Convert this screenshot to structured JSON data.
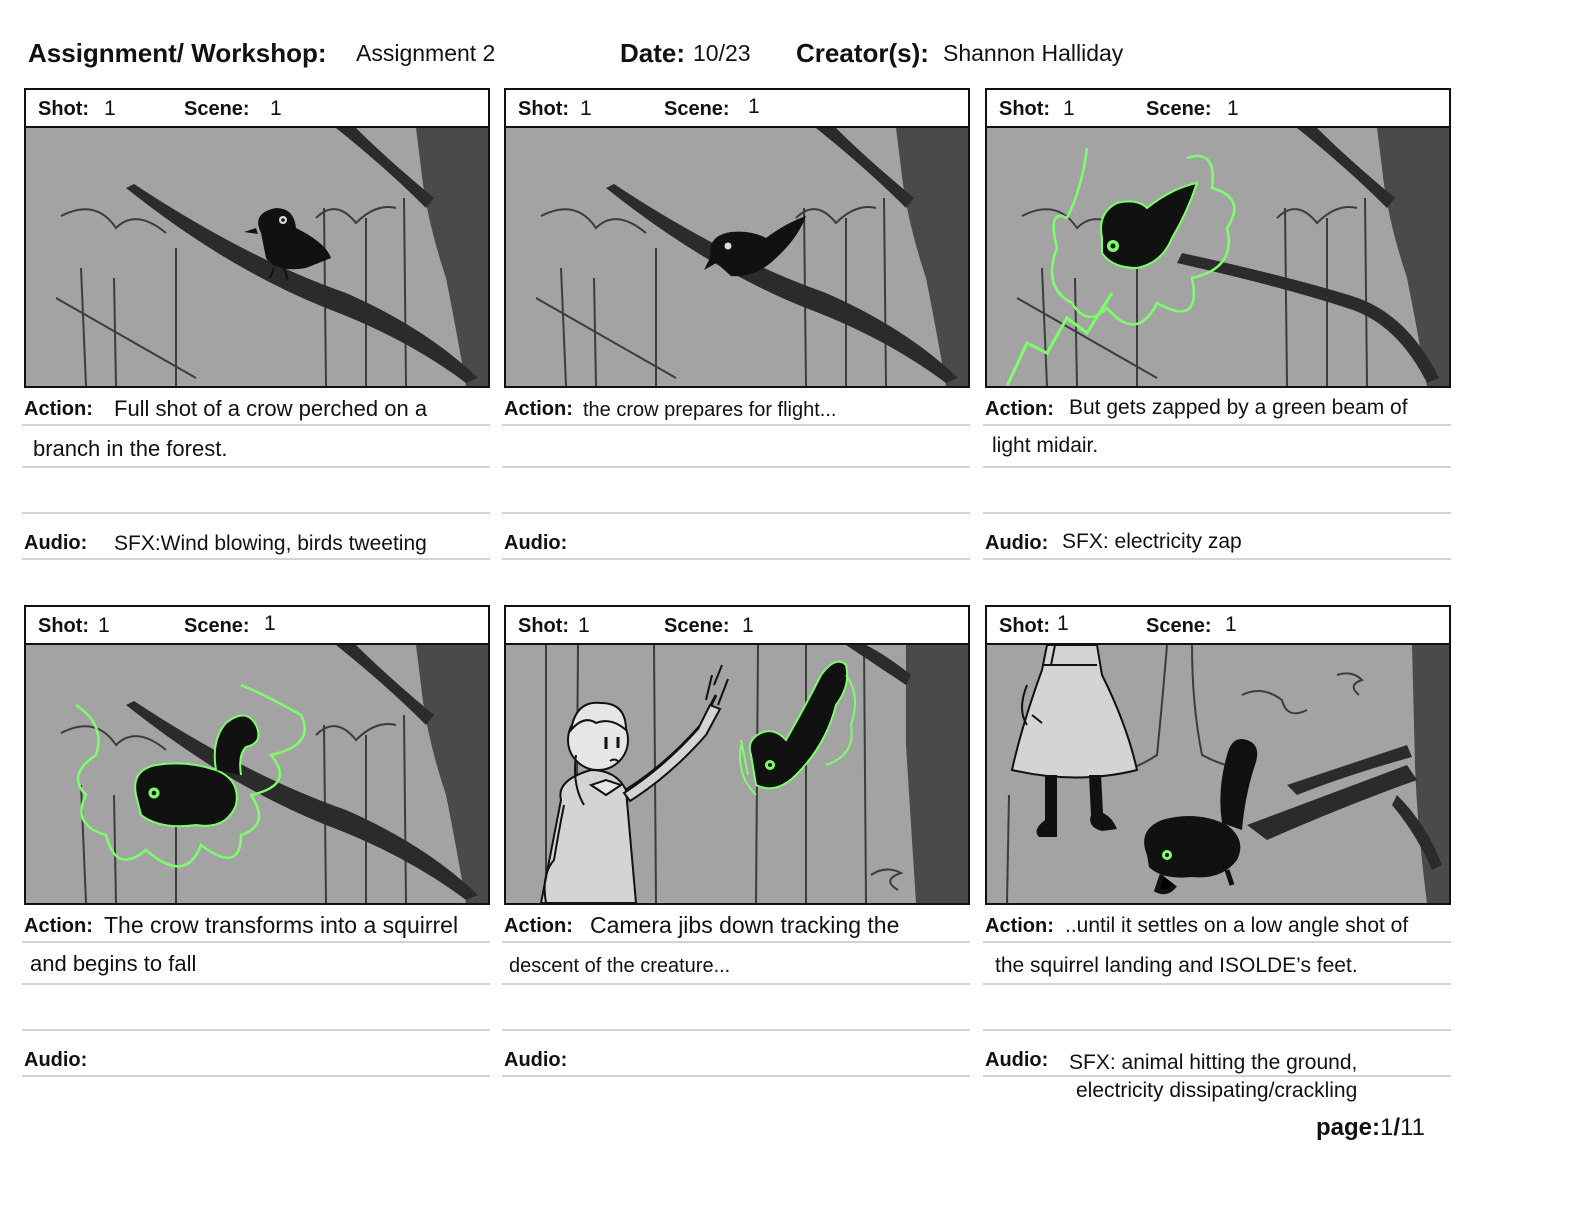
{
  "header": {
    "assignment_label": "Assignment/ Workshop:",
    "assignment_value": "Assignment 2",
    "date_label": "Date:",
    "date_value": "10/23",
    "creator_label": "Creator(s):",
    "creator_value": "Shannon Halliday"
  },
  "labels": {
    "shot": "Shot:",
    "scene": "Scene:",
    "action": "Action:",
    "audio": "Audio:"
  },
  "panels": [
    {
      "shot": "1",
      "scene": "1",
      "action_1": "Full shot of a  crow perched on a",
      "action_2": "branch in the forest.",
      "audio_1": "SFX:Wind blowing, birds tweeting",
      "audio_2": ""
    },
    {
      "shot": "1",
      "scene": "1",
      "action_1": "the crow prepares for flight...",
      "action_2": "",
      "audio_1": "",
      "audio_2": ""
    },
    {
      "shot": "1",
      "scene": "1",
      "action_1": "But gets zapped by a green beam of",
      "action_2": "light midair.",
      "audio_1": "SFX: electricity zap",
      "audio_2": ""
    },
    {
      "shot": "1",
      "scene": "1",
      "action_1": "The crow transforms into a squirrel",
      "action_2": "and begins to fall",
      "audio_1": "",
      "audio_2": ""
    },
    {
      "shot": "1",
      "scene": "1",
      "action_1": "Camera jibs down tracking the",
      "action_2": "descent of the creature...",
      "audio_1": "",
      "audio_2": ""
    },
    {
      "shot": "1",
      "scene": "1",
      "action_1": "..until it settles on a  low angle shot of",
      "action_2": "the squirrel landing and ISOLDE’s feet.",
      "audio_1": "SFX: animal hitting the ground,",
      "audio_2": "electricity dissipating/crackling"
    }
  ],
  "footer": {
    "page_label": "page:",
    "page_current": "1",
    "page_sep": "/",
    "page_total": "11"
  },
  "colors": {
    "frame_bg": "#a3a3a3",
    "tree_dark": "#4a4a4a",
    "ink": "#111111",
    "magic_green": "#7cff6a"
  }
}
